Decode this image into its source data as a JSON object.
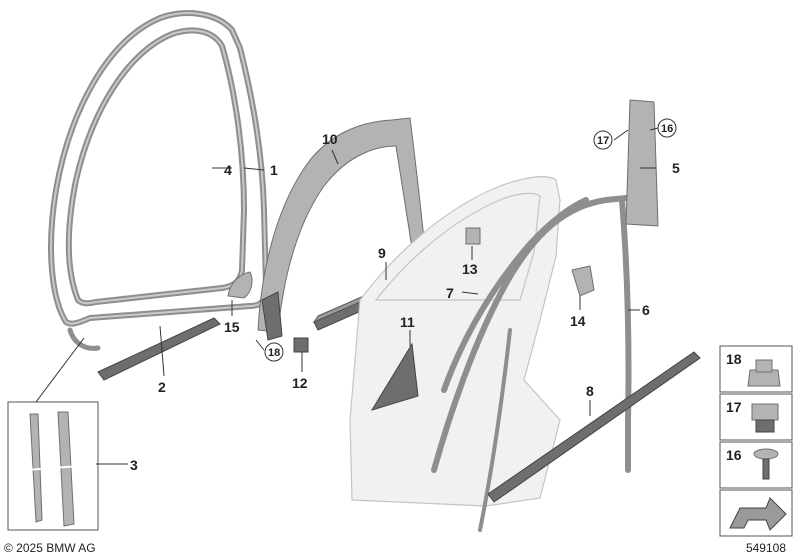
{
  "callouts": [
    "1",
    "2",
    "3",
    "4",
    "5",
    "6",
    "7",
    "8",
    "9",
    "10",
    "11",
    "12",
    "13",
    "14",
    "15",
    "16",
    "17",
    "18"
  ],
  "circled_callouts": [
    "16",
    "17",
    "18"
  ],
  "legend": [
    {
      "label": "18",
      "part": "expanding-nut"
    },
    {
      "label": "17",
      "part": "clip"
    },
    {
      "label": "16",
      "part": "screw"
    }
  ],
  "footer": {
    "copyright": "© 2025 BMW AG",
    "diagram_number": "549108"
  },
  "colors": {
    "part_grey": "#b3b3b3",
    "seal_grey": "#8e8e8e",
    "door_panel": "#f1f1f1",
    "text": "#222222"
  }
}
